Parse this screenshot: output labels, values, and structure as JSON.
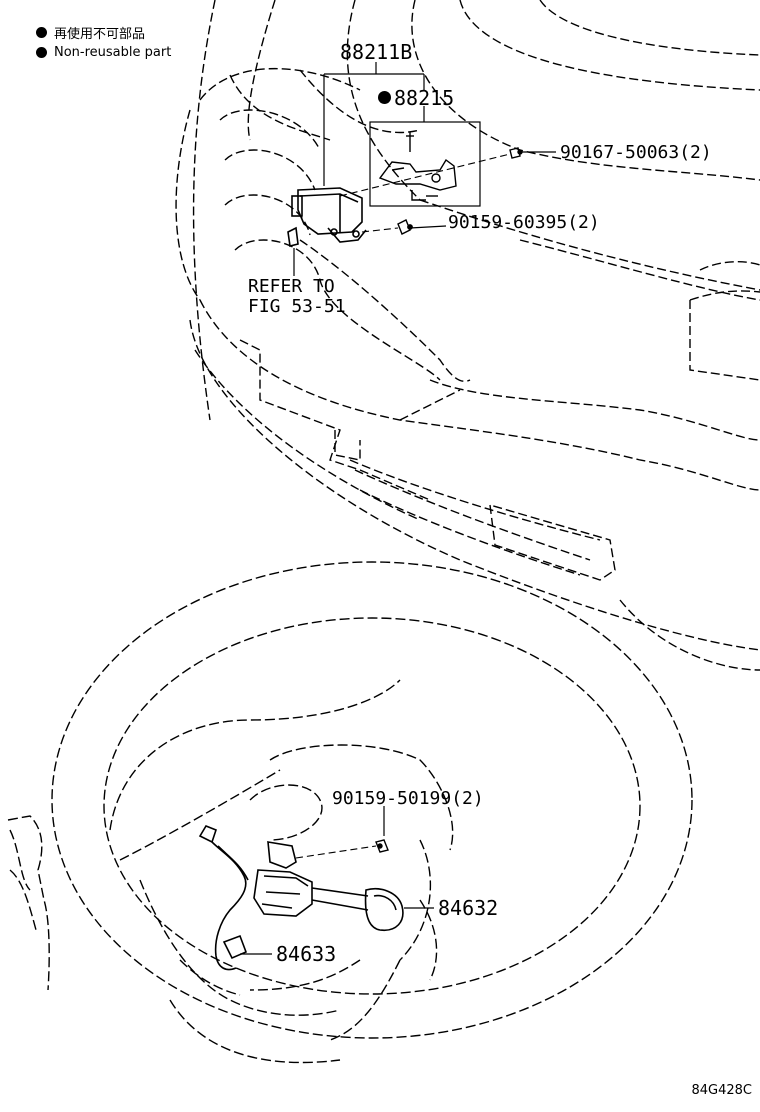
{
  "legend": {
    "jp_label": "再使用不可部品",
    "en_label": "Non-reusable part"
  },
  "parts": {
    "assembly_top": "88211B",
    "sensor_bracket": "88215",
    "bolt_right": "90167-50063(2)",
    "bolt_lower": "90159-60395(2)",
    "refer_line1": "REFER TO",
    "refer_line2": "FIG 53-51",
    "bolt_switch": "90159-50199(2)",
    "switch": "84632",
    "harness": "84633"
  },
  "figure_code": "84G428C"
}
